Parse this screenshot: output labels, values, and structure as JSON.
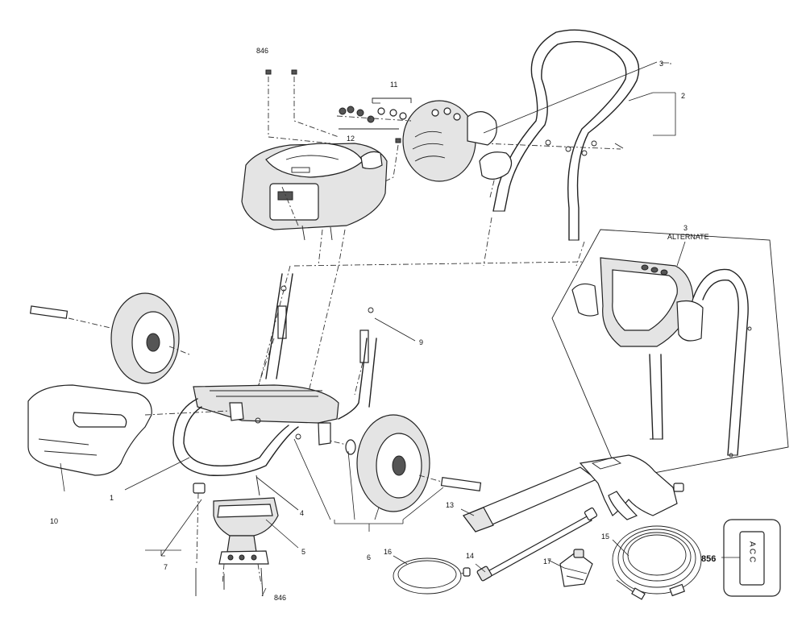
{
  "labels": {
    "p1": "1",
    "p2": "2",
    "p3": "3",
    "p3_alt_num": "3",
    "p3_alt_word": "ALTERNATE",
    "p4": "4",
    "p5": "5",
    "p6": "6",
    "p7": "7",
    "p9": "9",
    "p10": "10",
    "p11": "11",
    "p12": "12",
    "p13": "13",
    "p14": "14",
    "p15": "15",
    "p16": "16",
    "p17": "17",
    "p846_top": "846",
    "p846_bottom": "846",
    "p856": "856",
    "decal_letters": "A C C"
  },
  "parts": [
    {
      "id": "handle",
      "name": "handle-icon"
    },
    {
      "id": "engine",
      "name": "engine-icon"
    },
    {
      "id": "wheel",
      "name": "wheel-icon"
    },
    {
      "id": "frame",
      "name": "frame-icon"
    },
    {
      "id": "pump",
      "name": "pump-icon"
    },
    {
      "id": "spray-gun",
      "name": "spray-gun-icon"
    },
    {
      "id": "hose",
      "name": "hose-icon"
    },
    {
      "id": "wand",
      "name": "wand-icon"
    },
    {
      "id": "decal",
      "name": "decal-icon"
    }
  ]
}
